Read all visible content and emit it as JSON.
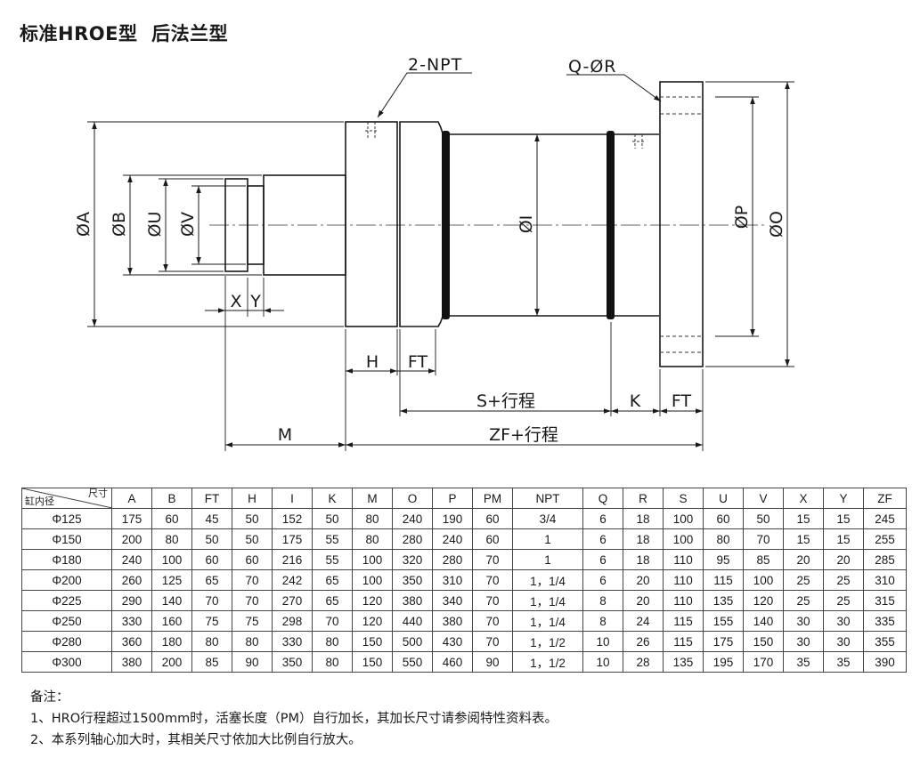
{
  "title": "标准HROE型  后法兰型",
  "drawing": {
    "labels": {
      "npt": "2-NPT",
      "q_phi_r": "Q-ØR",
      "phi_a": "ØA",
      "phi_b": "ØB",
      "phi_u": "ØU",
      "phi_v": "ØV",
      "phi_i": "ØI",
      "phi_p": "ØP",
      "phi_o": "ØO",
      "x": "X",
      "y": "Y",
      "h": "H",
      "ft_front": "FT",
      "s_stroke": "S+行程",
      "k": "K",
      "ft_rear": "FT",
      "m": "M",
      "zf_stroke": "ZF+行程"
    }
  },
  "table": {
    "corner_top": "尺寸",
    "corner_bottom": "缸内径",
    "columns": [
      "A",
      "B",
      "FT",
      "H",
      "I",
      "K",
      "M",
      "O",
      "P",
      "PM",
      "NPT",
      "Q",
      "R",
      "S",
      "U",
      "V",
      "X",
      "Y",
      "ZF"
    ],
    "rows": [
      [
        "Φ125",
        "175",
        "60",
        "45",
        "50",
        "152",
        "50",
        "80",
        "240",
        "190",
        "60",
        "3/4",
        "6",
        "18",
        "100",
        "60",
        "50",
        "15",
        "15",
        "245"
      ],
      [
        "Φ150",
        "200",
        "80",
        "50",
        "50",
        "175",
        "55",
        "80",
        "280",
        "240",
        "60",
        "1",
        "6",
        "18",
        "100",
        "80",
        "70",
        "15",
        "15",
        "255"
      ],
      [
        "Φ180",
        "240",
        "100",
        "60",
        "60",
        "216",
        "55",
        "100",
        "320",
        "280",
        "70",
        "1",
        "6",
        "18",
        "110",
        "95",
        "85",
        "20",
        "20",
        "285"
      ],
      [
        "Φ200",
        "260",
        "125",
        "65",
        "70",
        "242",
        "65",
        "100",
        "350",
        "310",
        "70",
        "1，1/4",
        "6",
        "20",
        "110",
        "115",
        "100",
        "25",
        "25",
        "310"
      ],
      [
        "Φ225",
        "290",
        "140",
        "70",
        "70",
        "270",
        "65",
        "120",
        "380",
        "340",
        "70",
        "1，1/4",
        "8",
        "20",
        "110",
        "135",
        "120",
        "25",
        "25",
        "315"
      ],
      [
        "Φ250",
        "330",
        "160",
        "75",
        "75",
        "298",
        "70",
        "120",
        "440",
        "380",
        "70",
        "1，1/4",
        "8",
        "24",
        "115",
        "155",
        "140",
        "30",
        "30",
        "335"
      ],
      [
        "Φ280",
        "360",
        "180",
        "80",
        "80",
        "330",
        "80",
        "150",
        "500",
        "430",
        "70",
        "1，1/2",
        "10",
        "26",
        "115",
        "175",
        "150",
        "30",
        "30",
        "355"
      ],
      [
        "Φ300",
        "380",
        "200",
        "85",
        "90",
        "350",
        "80",
        "150",
        "550",
        "460",
        "90",
        "1，1/2",
        "10",
        "28",
        "135",
        "195",
        "170",
        "35",
        "35",
        "390"
      ]
    ]
  },
  "notes": {
    "heading": "备注：",
    "items": [
      "1、HRO行程超过1500mm时，活塞长度（PM）自行加长，其加长尺寸请参阅特性资料表。",
      "2、本系列轴心加大时，其相关尺寸依加大比例自行放大。"
    ]
  }
}
